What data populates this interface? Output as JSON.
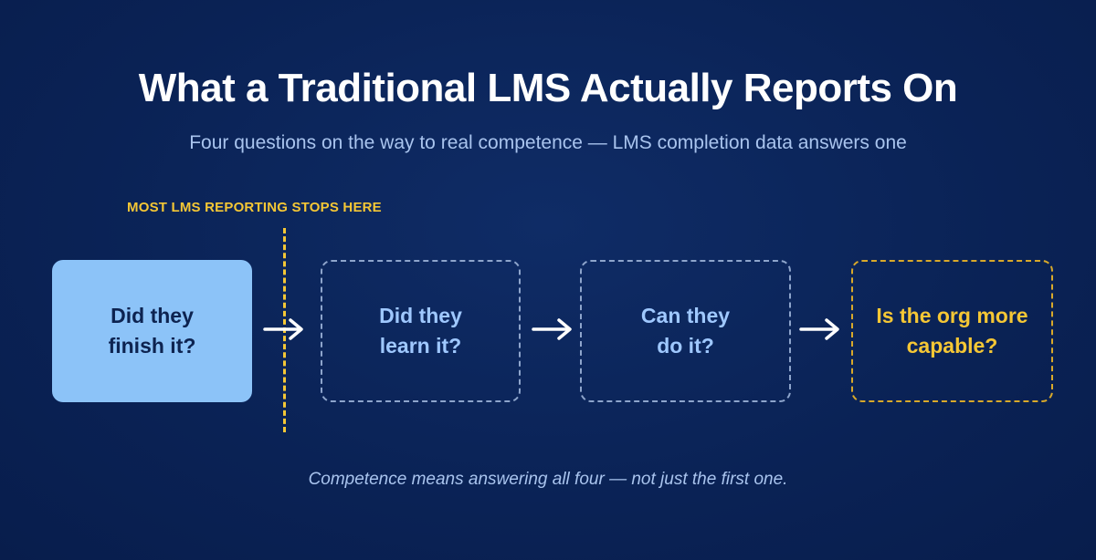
{
  "title": "What a Traditional LMS Actually Reports On",
  "subtitle": "Four questions on the way to real competence — LMS completion data answers one",
  "marker": {
    "label": "MOST LMS REPORTING STOPS HERE"
  },
  "steps": [
    {
      "label": "Did they\nfinish it?"
    },
    {
      "label": "Did they\nlearn it?"
    },
    {
      "label": "Can they\ndo it?"
    },
    {
      "label": "Is the org more\ncapable?"
    }
  ],
  "footer": "Competence means answering all four — not just the first one.",
  "colors": {
    "background": "#0b2458",
    "highlight_box": "#8cc3f8",
    "accent_yellow": "#f5c735",
    "light_blue_text": "#9fc8ff",
    "white": "#ffffff"
  }
}
